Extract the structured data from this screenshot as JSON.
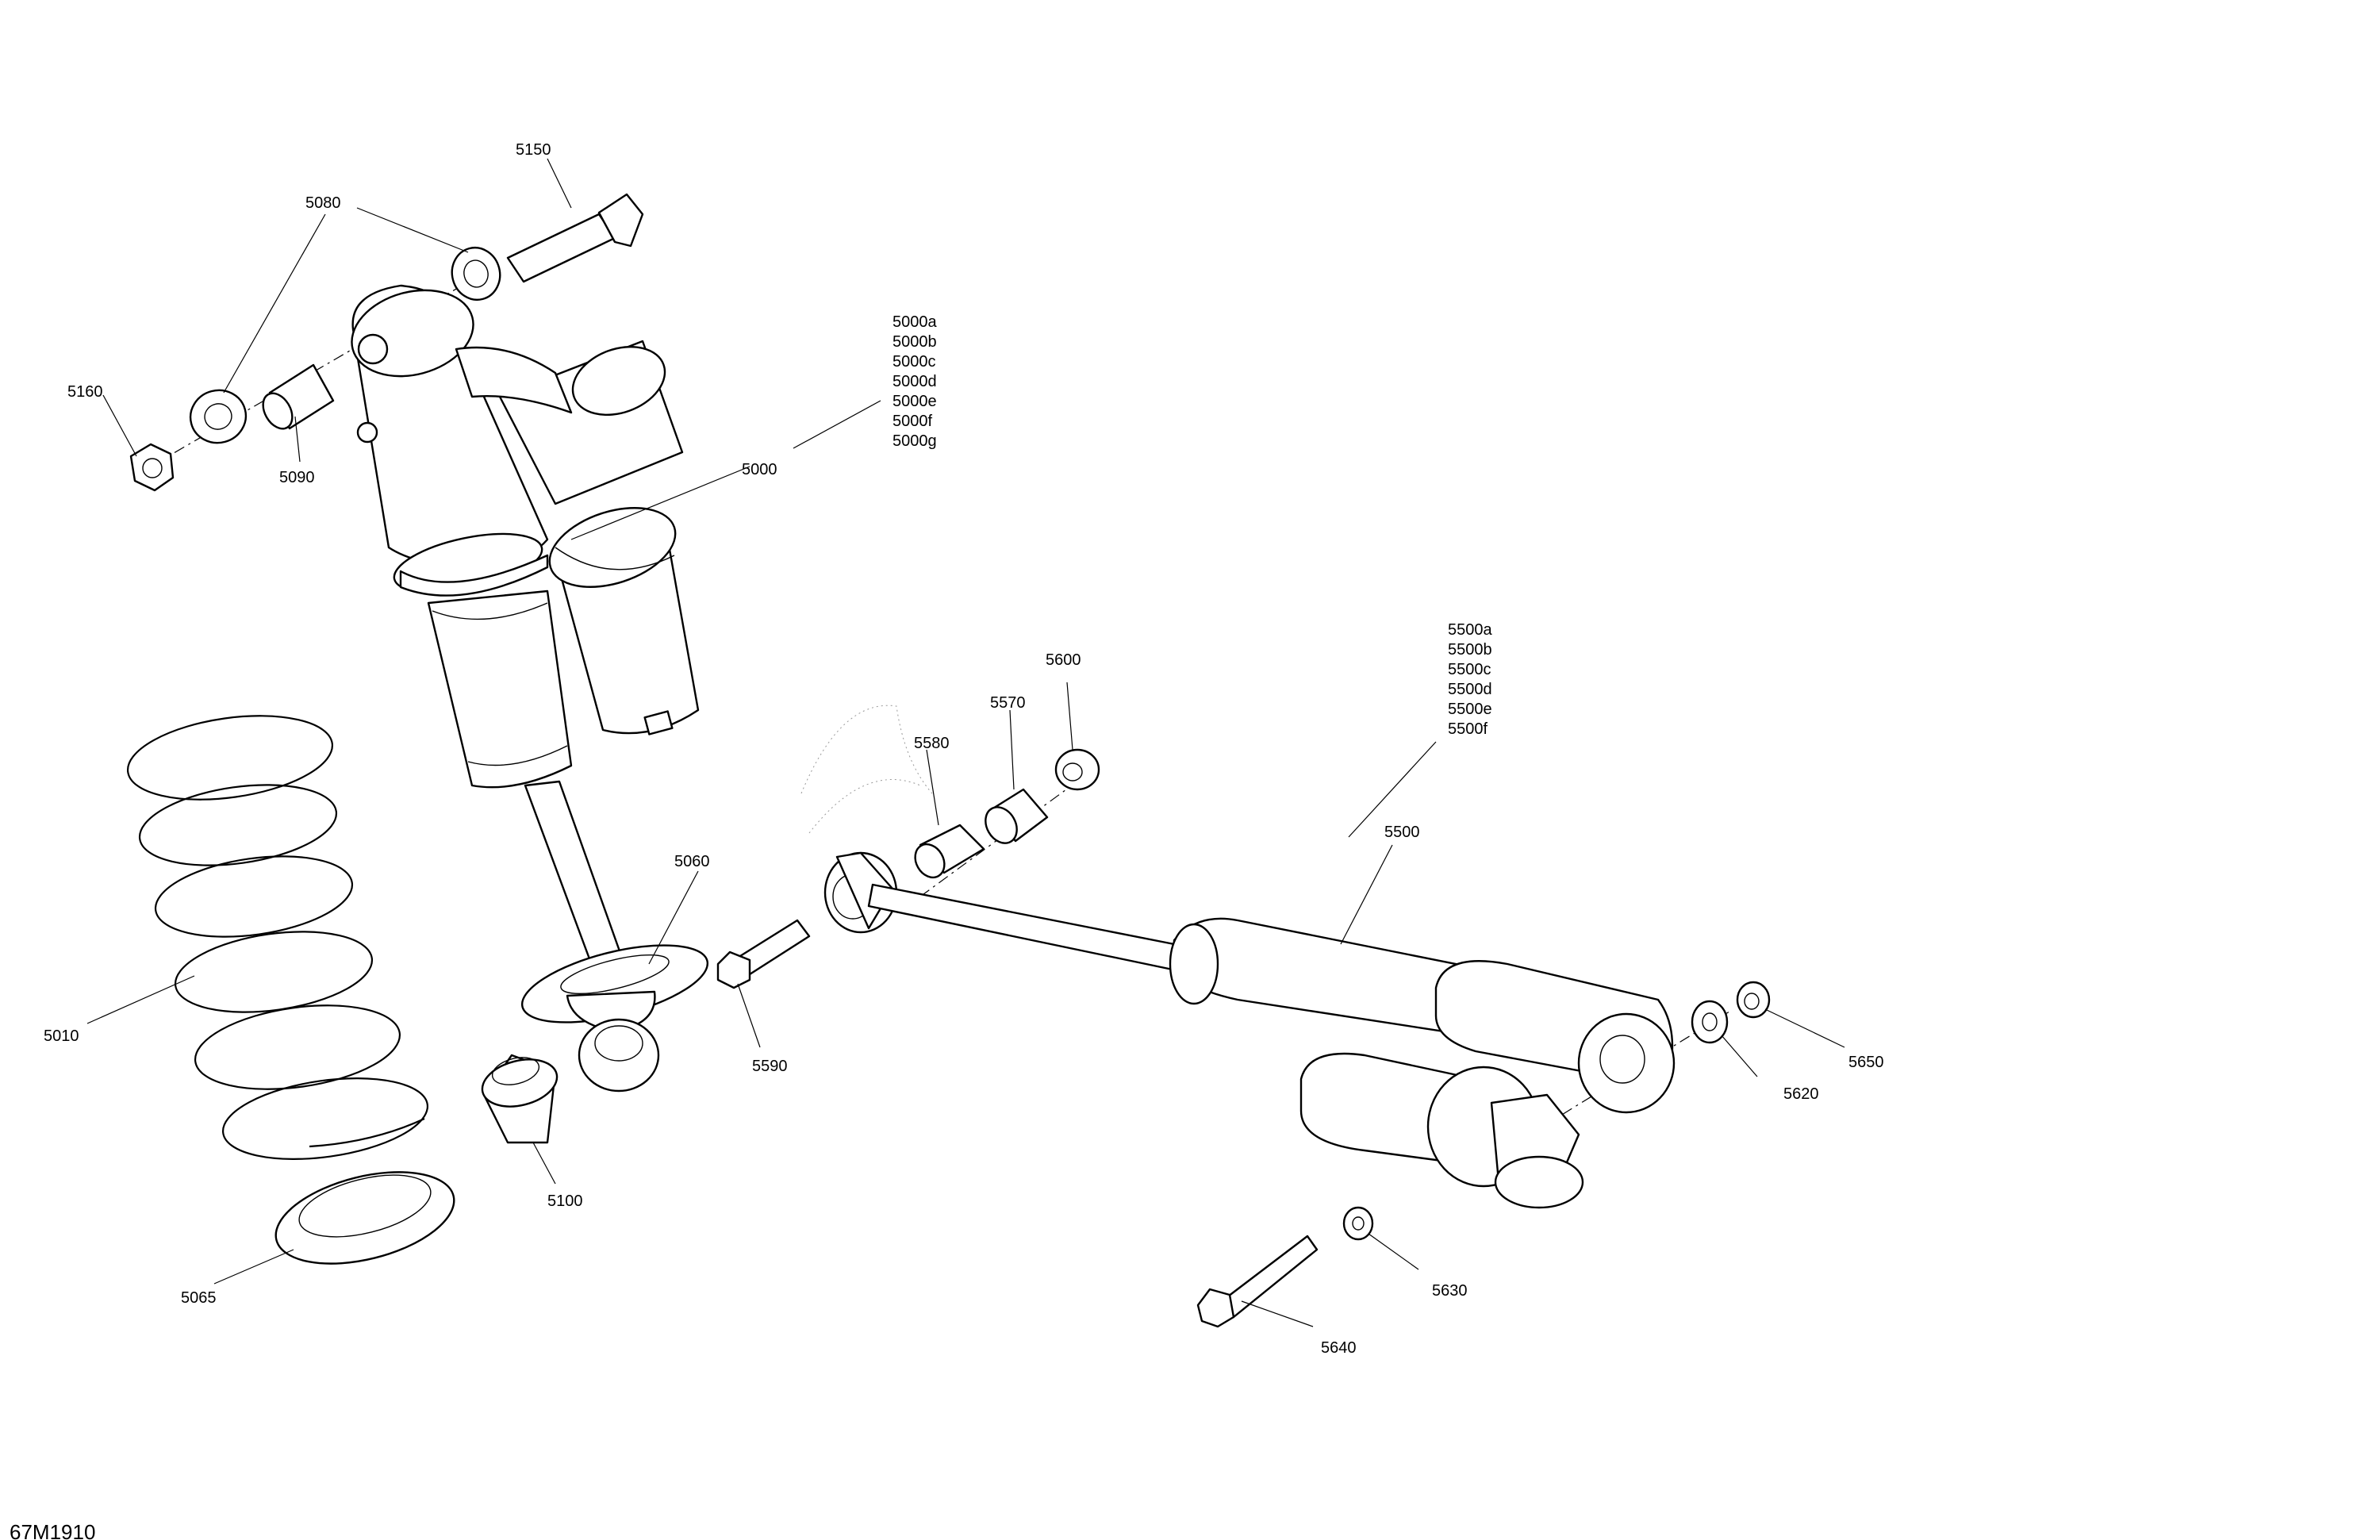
{
  "figure_code": "67M1910",
  "callouts": {
    "c5150": "5150",
    "c5080": "5080",
    "c5160": "5160",
    "c5090": "5090",
    "c5000": "5000",
    "c5010": "5010",
    "c5060": "5060",
    "c5100": "5100",
    "c5065": "5065",
    "c5600": "5600",
    "c5570": "5570",
    "c5580": "5580",
    "c5590": "5590",
    "c5500": "5500",
    "c5620": "5620",
    "c5650": "5650",
    "c5630": "5630",
    "c5640": "5640"
  },
  "variants_5000": [
    "5000a",
    "5000b",
    "5000c",
    "5000d",
    "5000e",
    "5000f",
    "5000g"
  ],
  "variants_5500": [
    "5500a",
    "5500b",
    "5500c",
    "5500d",
    "5500e",
    "5500f"
  ]
}
